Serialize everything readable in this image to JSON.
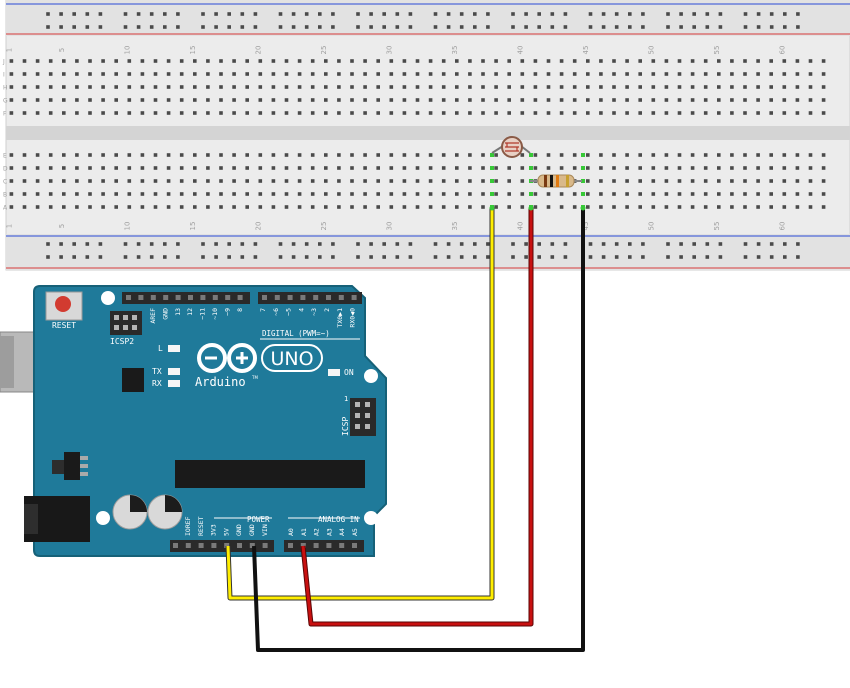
{
  "breadboard": {
    "column_numbers": [
      "1",
      "5",
      "10",
      "15",
      "20",
      "25",
      "30",
      "35",
      "40",
      "45",
      "50",
      "55",
      "60"
    ],
    "row_letters_top": [
      "J",
      "I",
      "H",
      "G",
      "F"
    ],
    "row_letters_bottom": [
      "E",
      "D",
      "C",
      "B",
      "A"
    ]
  },
  "arduino": {
    "logo_text": "Arduino",
    "trademark": "TM",
    "model": "UNO",
    "reset_label": "RESET",
    "icsp2_label": "ICSP2",
    "icsp_label": "ICSP",
    "icsp_pin1": "1",
    "led_l": "L",
    "led_tx": "TX",
    "led_rx": "RX",
    "led_on": "ON",
    "digital_label": "DIGITAL (PWM=~)",
    "power_label": "POWER",
    "analog_label": "ANALOG IN",
    "digital_pins": [
      "AREF",
      "GND",
      "13",
      "12",
      "~11",
      "~10",
      "~9",
      "8",
      "7",
      "~6",
      "~5",
      "4",
      "~3",
      "2",
      "TX0▶1",
      "RX0◀0"
    ],
    "power_pins": [
      "IOREF",
      "RESET",
      "3V3",
      "5V",
      "GND",
      "GND",
      "VIN"
    ],
    "analog_pins": [
      "A0",
      "A1",
      "A2",
      "A3",
      "A4",
      "A5"
    ]
  },
  "colors": {
    "board": "#1f7a9a",
    "breadboard": "#ececec",
    "rail_blue": "#2b4bd6",
    "rail_red": "#d63a3a",
    "wire_yellow": "#ffee00",
    "wire_red": "#c81010",
    "wire_black": "#111111",
    "active_hole": "#37c937"
  }
}
